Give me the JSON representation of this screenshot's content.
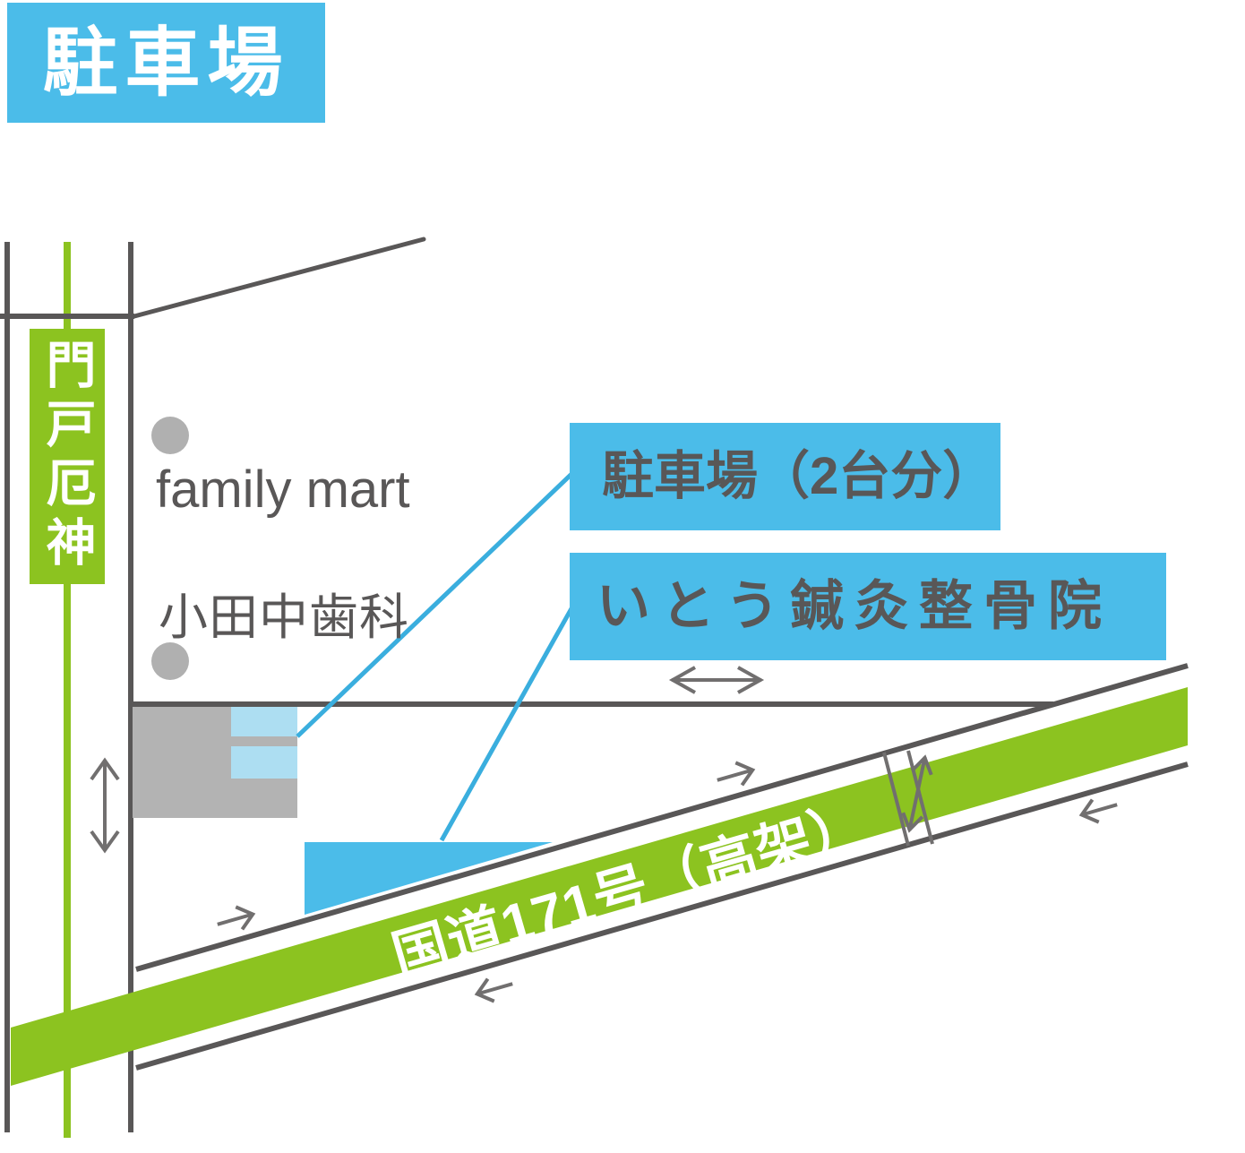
{
  "title": "駐車場",
  "station_label": "門戸厄神",
  "poi": {
    "family_mart": "family mart",
    "dental_clinic": "小田中歯科"
  },
  "callouts": {
    "parking": "駐車場（2台分）",
    "clinic": "いとう鍼灸整骨院"
  },
  "road": {
    "label": "国道171号（高架）"
  },
  "colors": {
    "blue": "#4bbce9",
    "light_blue": "#addef2",
    "green": "#8cc320",
    "dark": "#595757",
    "arrow": "#716f6f",
    "leader": "#3aaede",
    "building": "#b3b3b3",
    "dot": "#b0b0b0"
  }
}
